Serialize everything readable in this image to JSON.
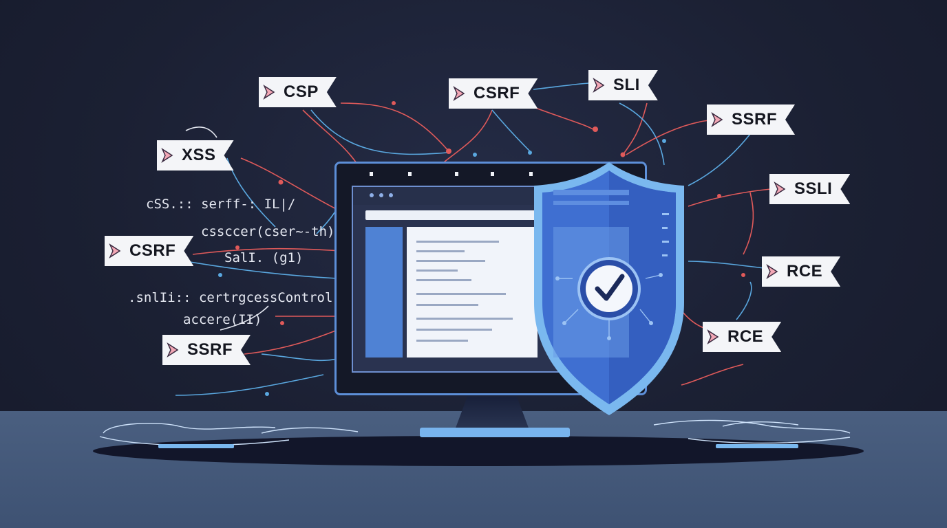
{
  "tags": [
    {
      "id": "csp",
      "label": "CSP"
    },
    {
      "id": "csrf-top",
      "label": "CSRF"
    },
    {
      "id": "sli",
      "label": "SLI"
    },
    {
      "id": "ssrf-right",
      "label": "SSRF"
    },
    {
      "id": "xss",
      "label": "XSS"
    },
    {
      "id": "ssli",
      "label": "SSLI"
    },
    {
      "id": "csrf-left",
      "label": "CSRF"
    },
    {
      "id": "rce-upper",
      "label": "RCE"
    },
    {
      "id": "rce-lower",
      "label": "RCE"
    },
    {
      "id": "ssrf-left",
      "label": "SSRF"
    }
  ],
  "code_lines": [
    "cSS.:: serff-: IL|/",
    "cssccer(cser~-th)",
    "SalI. (g1)",
    ".snlIi:: certrgcessControl.",
    "accere(II)"
  ],
  "colors": {
    "background": "#1b2033",
    "floor": "#4a5f80",
    "shield": "#3f6fd1",
    "shield_rim": "#7ab8ef",
    "wire_red": "#e05a5a",
    "wire_blue": "#5aa8e0",
    "tag_chevron": "#f2a7b5"
  },
  "icons": {
    "tag_marker": "chevron-right-icon",
    "shield": "shield-check-icon"
  }
}
